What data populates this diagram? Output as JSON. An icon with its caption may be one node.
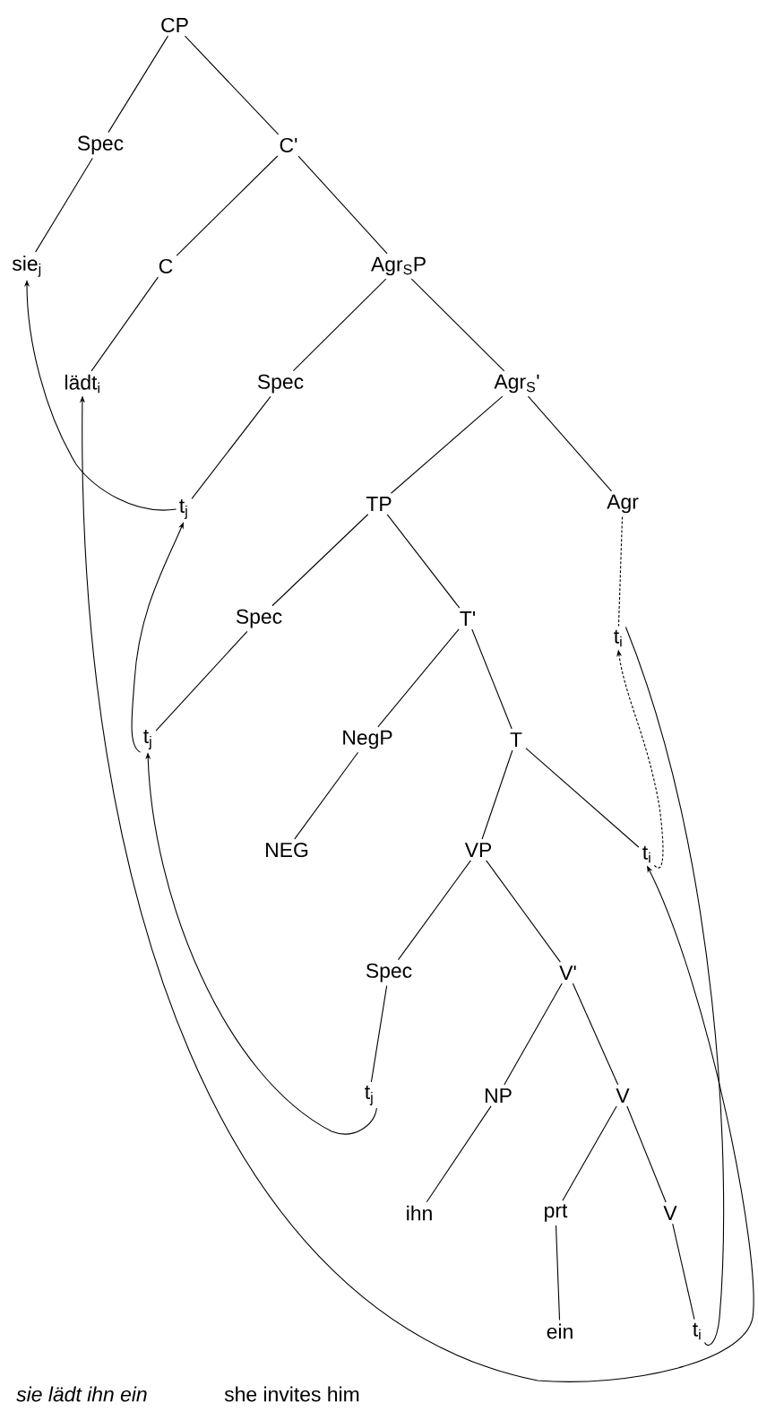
{
  "diagram": {
    "nodes": [
      {
        "text": [
          "CP"
        ]
      },
      {
        "text": [
          "Spec"
        ]
      },
      {
        "text": [
          "C'"
        ]
      },
      {
        "text": [
          "sie$_{j}$"
        ]
      },
      {
        "text": [
          "C"
        ]
      },
      {
        "text": [
          "Agr$_{S}$P"
        ]
      },
      {
        "text": [
          "lädt$_{i}$"
        ]
      },
      {
        "text": [
          "Spec"
        ]
      },
      {
        "text": [
          "Agr$_{S}$'"
        ]
      },
      {
        "text": [
          "t$_{j}$"
        ]
      },
      {
        "text": [
          "TP"
        ]
      },
      {
        "text": [
          "Agr"
        ]
      },
      {
        "text": [
          "Spec"
        ]
      },
      {
        "text": [
          "T'"
        ]
      },
      {
        "text": [
          "t$_{i}$"
        ]
      },
      {
        "text": [
          "t$_{j}$"
        ]
      },
      {
        "text": [
          "NegP"
        ]
      },
      {
        "text": [
          "T"
        ]
      },
      {
        "text": [
          "NEG"
        ]
      },
      {
        "text": [
          "VP"
        ]
      },
      {
        "text": [
          "t$_{i}$"
        ]
      },
      {
        "text": [
          "Spec"
        ]
      },
      {
        "text": [
          "V'"
        ]
      },
      {
        "text": [
          "t$_{j}$"
        ]
      },
      {
        "text": [
          "NP"
        ]
      },
      {
        "text": [
          "V"
        ]
      },
      {
        "text": [
          "ihn"
        ]
      },
      {
        "text": [
          "prt"
        ]
      },
      {
        "text": [
          "V"
        ]
      },
      {
        "text": [
          "ein"
        ]
      },
      {
        "text": [
          "t$_{i}$"
        ]
      }
    ],
    "edges": [
      {
        "from": 0,
        "to": 1,
        "arrow": "none"
      },
      {
        "from": 0,
        "to": 2,
        "arrow": "none"
      },
      {
        "from": 1,
        "to": 3,
        "arrow": "none"
      },
      {
        "from": 2,
        "to": 4,
        "arrow": "none"
      },
      {
        "from": 2,
        "to": 5,
        "arrow": "none"
      },
      {
        "from": 4,
        "to": 6,
        "arrow": "none"
      },
      {
        "from": 5,
        "to": 7,
        "arrow": "none"
      },
      {
        "from": 5,
        "to": 8,
        "arrow": "none"
      },
      {
        "from": 7,
        "to": 9,
        "arrow": "none"
      },
      {
        "from": 8,
        "to": 10,
        "arrow": "none"
      },
      {
        "from": 8,
        "to": 11,
        "arrow": "none"
      },
      {
        "from": 10,
        "to": 12,
        "arrow": "none"
      },
      {
        "from": 10,
        "to": 13,
        "arrow": "none"
      },
      {
        "from": 11,
        "to": 14,
        "arrow": "none",
        "style": "dashed"
      },
      {
        "from": 12,
        "to": 15,
        "arrow": "none"
      },
      {
        "from": 13,
        "to": 16,
        "arrow": "none"
      },
      {
        "from": 13,
        "to": 17,
        "arrow": "none"
      },
      {
        "from": 16,
        "to": 18,
        "arrow": "none"
      },
      {
        "from": 17,
        "to": 19,
        "arrow": "none"
      },
      {
        "from": 17,
        "to": 20,
        "arrow": "none"
      },
      {
        "from": 19,
        "to": 21,
        "arrow": "none"
      },
      {
        "from": 19,
        "to": 22,
        "arrow": "none"
      },
      {
        "from": 21,
        "to": 23,
        "arrow": "none"
      },
      {
        "from": 22,
        "to": 24,
        "arrow": "none"
      },
      {
        "from": 22,
        "to": 25,
        "arrow": "none"
      },
      {
        "from": 24,
        "to": 26,
        "arrow": "none"
      },
      {
        "from": 25,
        "to": 27,
        "arrow": "none"
      },
      {
        "from": 25,
        "to": 28,
        "arrow": "none"
      },
      {
        "from": 27,
        "to": 29,
        "arrow": "none"
      },
      {
        "from": 28,
        "to": 30,
        "arrow": "none"
      },
      {
        "from": 9,
        "to": 3,
        "arrow": "to"
      },
      {
        "from": 15,
        "to": 9,
        "arrow": "to"
      },
      {
        "from": 23,
        "to": 15,
        "arrow": "to"
      },
      {
        "from": 20,
        "to": 14,
        "arrow": "to",
        "style": "dashed"
      },
      {
        "from": 30,
        "to": 14,
        "arrow": "none"
      },
      {
        "from": 20,
        "to": 6,
        "arrow": "both"
      }
    ],
    "labels": [
      "sie lädt ihn ein",
      "she invites him"
    ]
  }
}
